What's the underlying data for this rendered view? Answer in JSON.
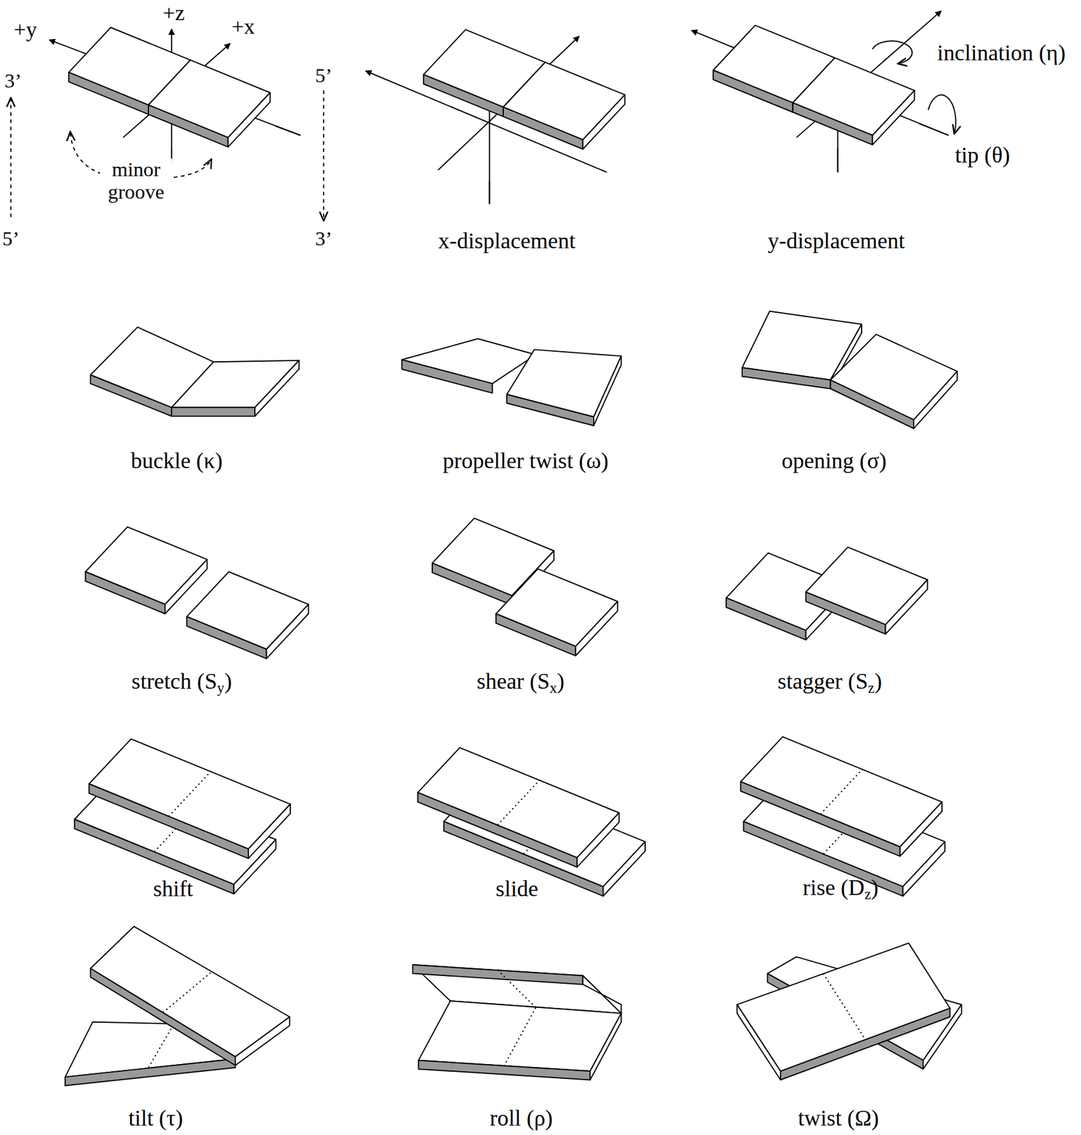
{
  "diagram": {
    "labels": [
      "+y",
      "+z",
      "+x",
      "3’",
      "minor groove",
      "5’",
      "5’",
      "3’",
      "x-displacement",
      "inclination (η)",
      "tip (θ)",
      "y-displacement",
      "buckle (κ)",
      "propeller twist (ω)",
      "opening (σ)",
      "stretch (Sy)",
      "shear (Sx)",
      "stagger (Sz)",
      "shift",
      "slide",
      "rise (Dz)",
      "tilt (τ)",
      "roll (ρ)",
      "twist (Ω)"
    ]
  }
}
